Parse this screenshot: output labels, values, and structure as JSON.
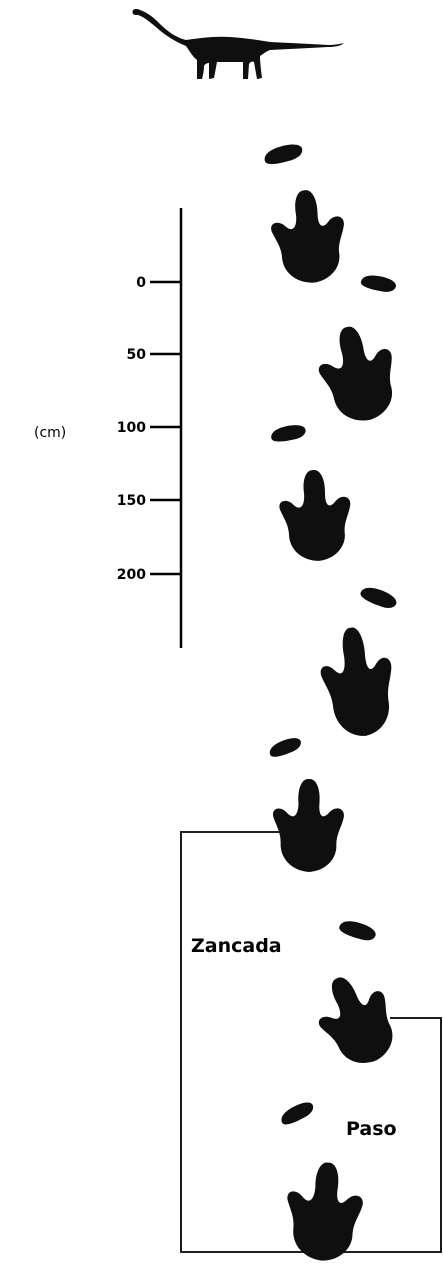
{
  "scale": {
    "unit_label": "(cm)",
    "ticks": [
      "0",
      "50",
      "100",
      "150",
      "200"
    ]
  },
  "labels": {
    "stride": "Zancada",
    "step": "Paso"
  },
  "icons": {
    "animal": "sauropod-silhouette-icon",
    "footprint": "footprint-icon",
    "manus": "manus-print-icon"
  },
  "colors": {
    "ink": "#0f0f0f",
    "background": "#ffffff"
  }
}
